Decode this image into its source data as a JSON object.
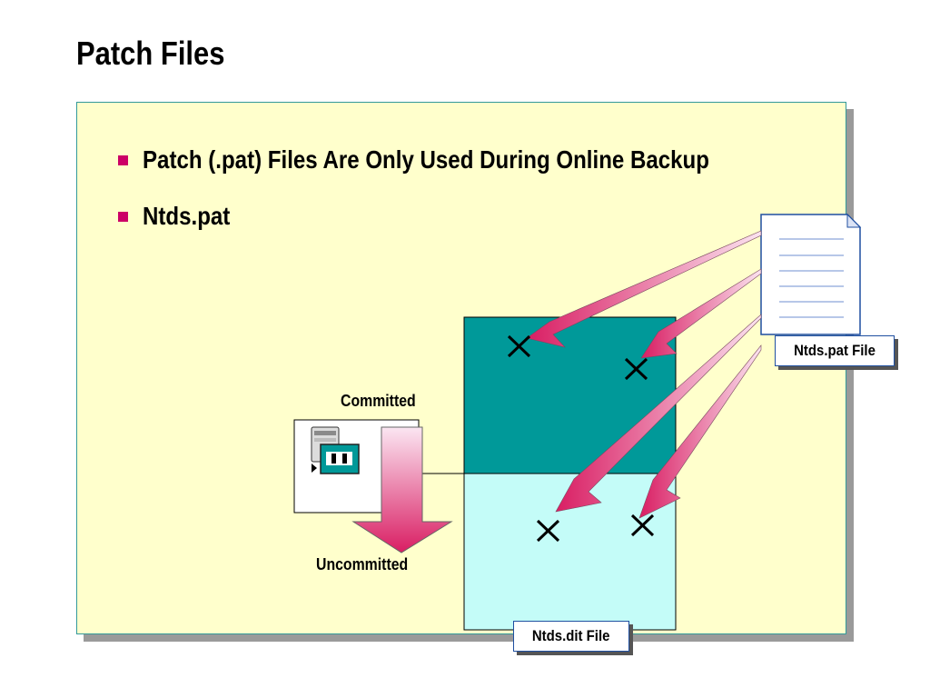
{
  "title": "Patch Files",
  "bullets": [
    "Patch (.pat) Files Are Only Used During Online Backup",
    "Ntds.pat"
  ],
  "labels": {
    "committed": "Committed",
    "uncommitted": "Uncommitted",
    "ntds_pat_file": "Ntds.pat File",
    "ntds_dit_file": "Ntds.dit File"
  },
  "colors": {
    "panel_background": "#ffffcc",
    "bullet": "#cc0066",
    "committed_region": "#009999",
    "uncommitted_region": "#c4fcf8",
    "arrow_magenta": "#e0306e"
  },
  "icons": [
    "document-icon",
    "database-server-icon",
    "x-mark-icon"
  ]
}
